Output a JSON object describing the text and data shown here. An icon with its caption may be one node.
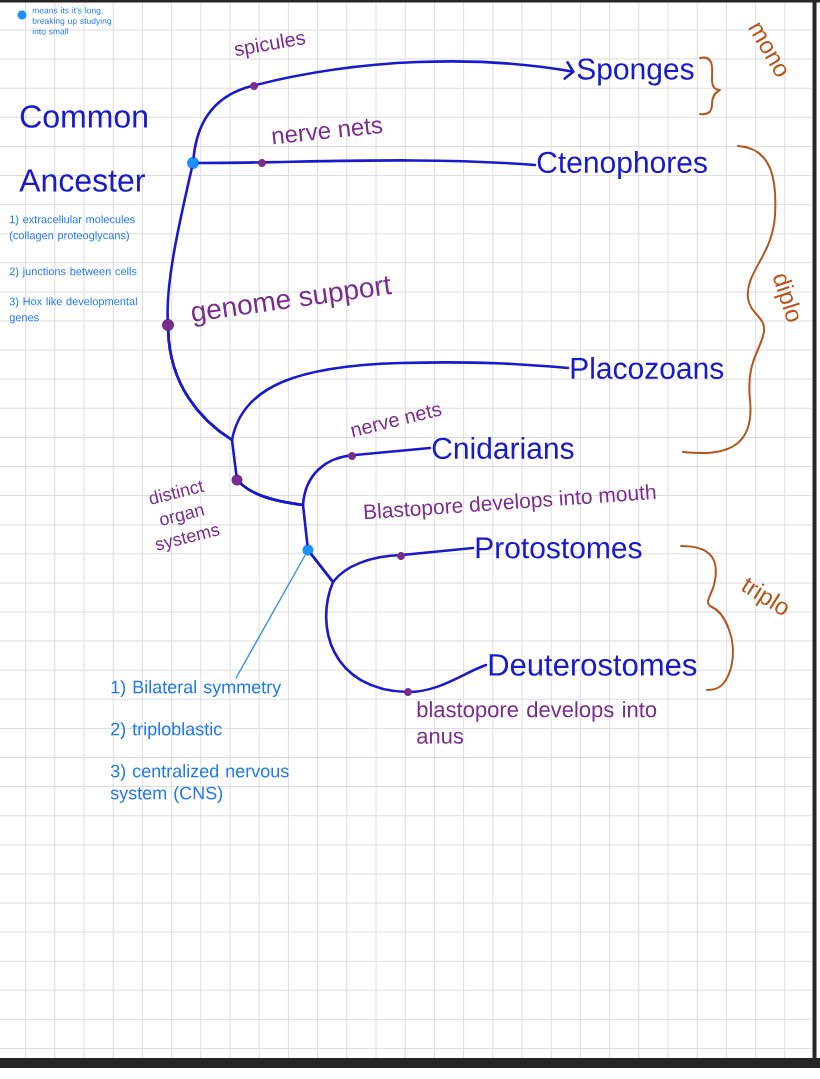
{
  "diagram": {
    "nodes": [
      {
        "text": [],
        "shape": "circle",
        "beside": [
          "Common Ancester"
        ]
      },
      {
        "text": [
          "Sponges"
        ]
      },
      {
        "text": [
          "Ctenophores"
        ]
      },
      {
        "text": [],
        "shape": "circle",
        "beside": [
          "genome support"
        ]
      },
      {
        "text": [
          "Placozoans"
        ]
      },
      {
        "text": [],
        "shape": "circle",
        "beside": [
          "distinct organ systems"
        ]
      },
      {
        "text": [],
        "shape": "circle"
      },
      {
        "text": [
          "Cnidarians"
        ]
      },
      {
        "text": [
          "Protostomes"
        ]
      },
      {
        "text": [
          "Deuterostomes"
        ]
      },
      {
        "text": [
          "1) Bilateral symmetry",
          "2) triploblastic",
          "3) centralized nervous system (CNS)"
        ]
      }
    ],
    "edges": [
      {
        "from": 0,
        "to": 1,
        "arrow": "to",
        "label": "spicules"
      },
      {
        "from": 0,
        "to": 2,
        "arrow": "none",
        "label": "nerve nets"
      },
      {
        "from": 0,
        "to": 3,
        "arrow": "none"
      },
      {
        "from": 3,
        "to": 4,
        "arrow": "none"
      },
      {
        "from": 3,
        "to": 5,
        "arrow": "none"
      },
      {
        "from": 5,
        "to": 7,
        "arrow": "none",
        "label": "nerve nets"
      },
      {
        "from": 5,
        "to": 6,
        "arrow": "none"
      },
      {
        "from": 6,
        "to": 8,
        "arrow": "none",
        "label": "Blastopore develops into mouth"
      },
      {
        "from": 6,
        "to": 9,
        "arrow": "none",
        "label": "blastopore develops into anus"
      },
      {
        "from": 10,
        "to": 6,
        "arrow": "none",
        "color": "#3d8ef5"
      }
    ],
    "labels": [
      "mono",
      "1) extracellular molecules (collagen proteoglycans)",
      "2) junctions between cells",
      "3) Hox like developmental genes",
      "diplo",
      "triplo"
    ],
    "legend": [
      {
        "text": "means its it's long, breaking up studying into small",
        "color": "#1e8fff"
      }
    ]
  }
}
